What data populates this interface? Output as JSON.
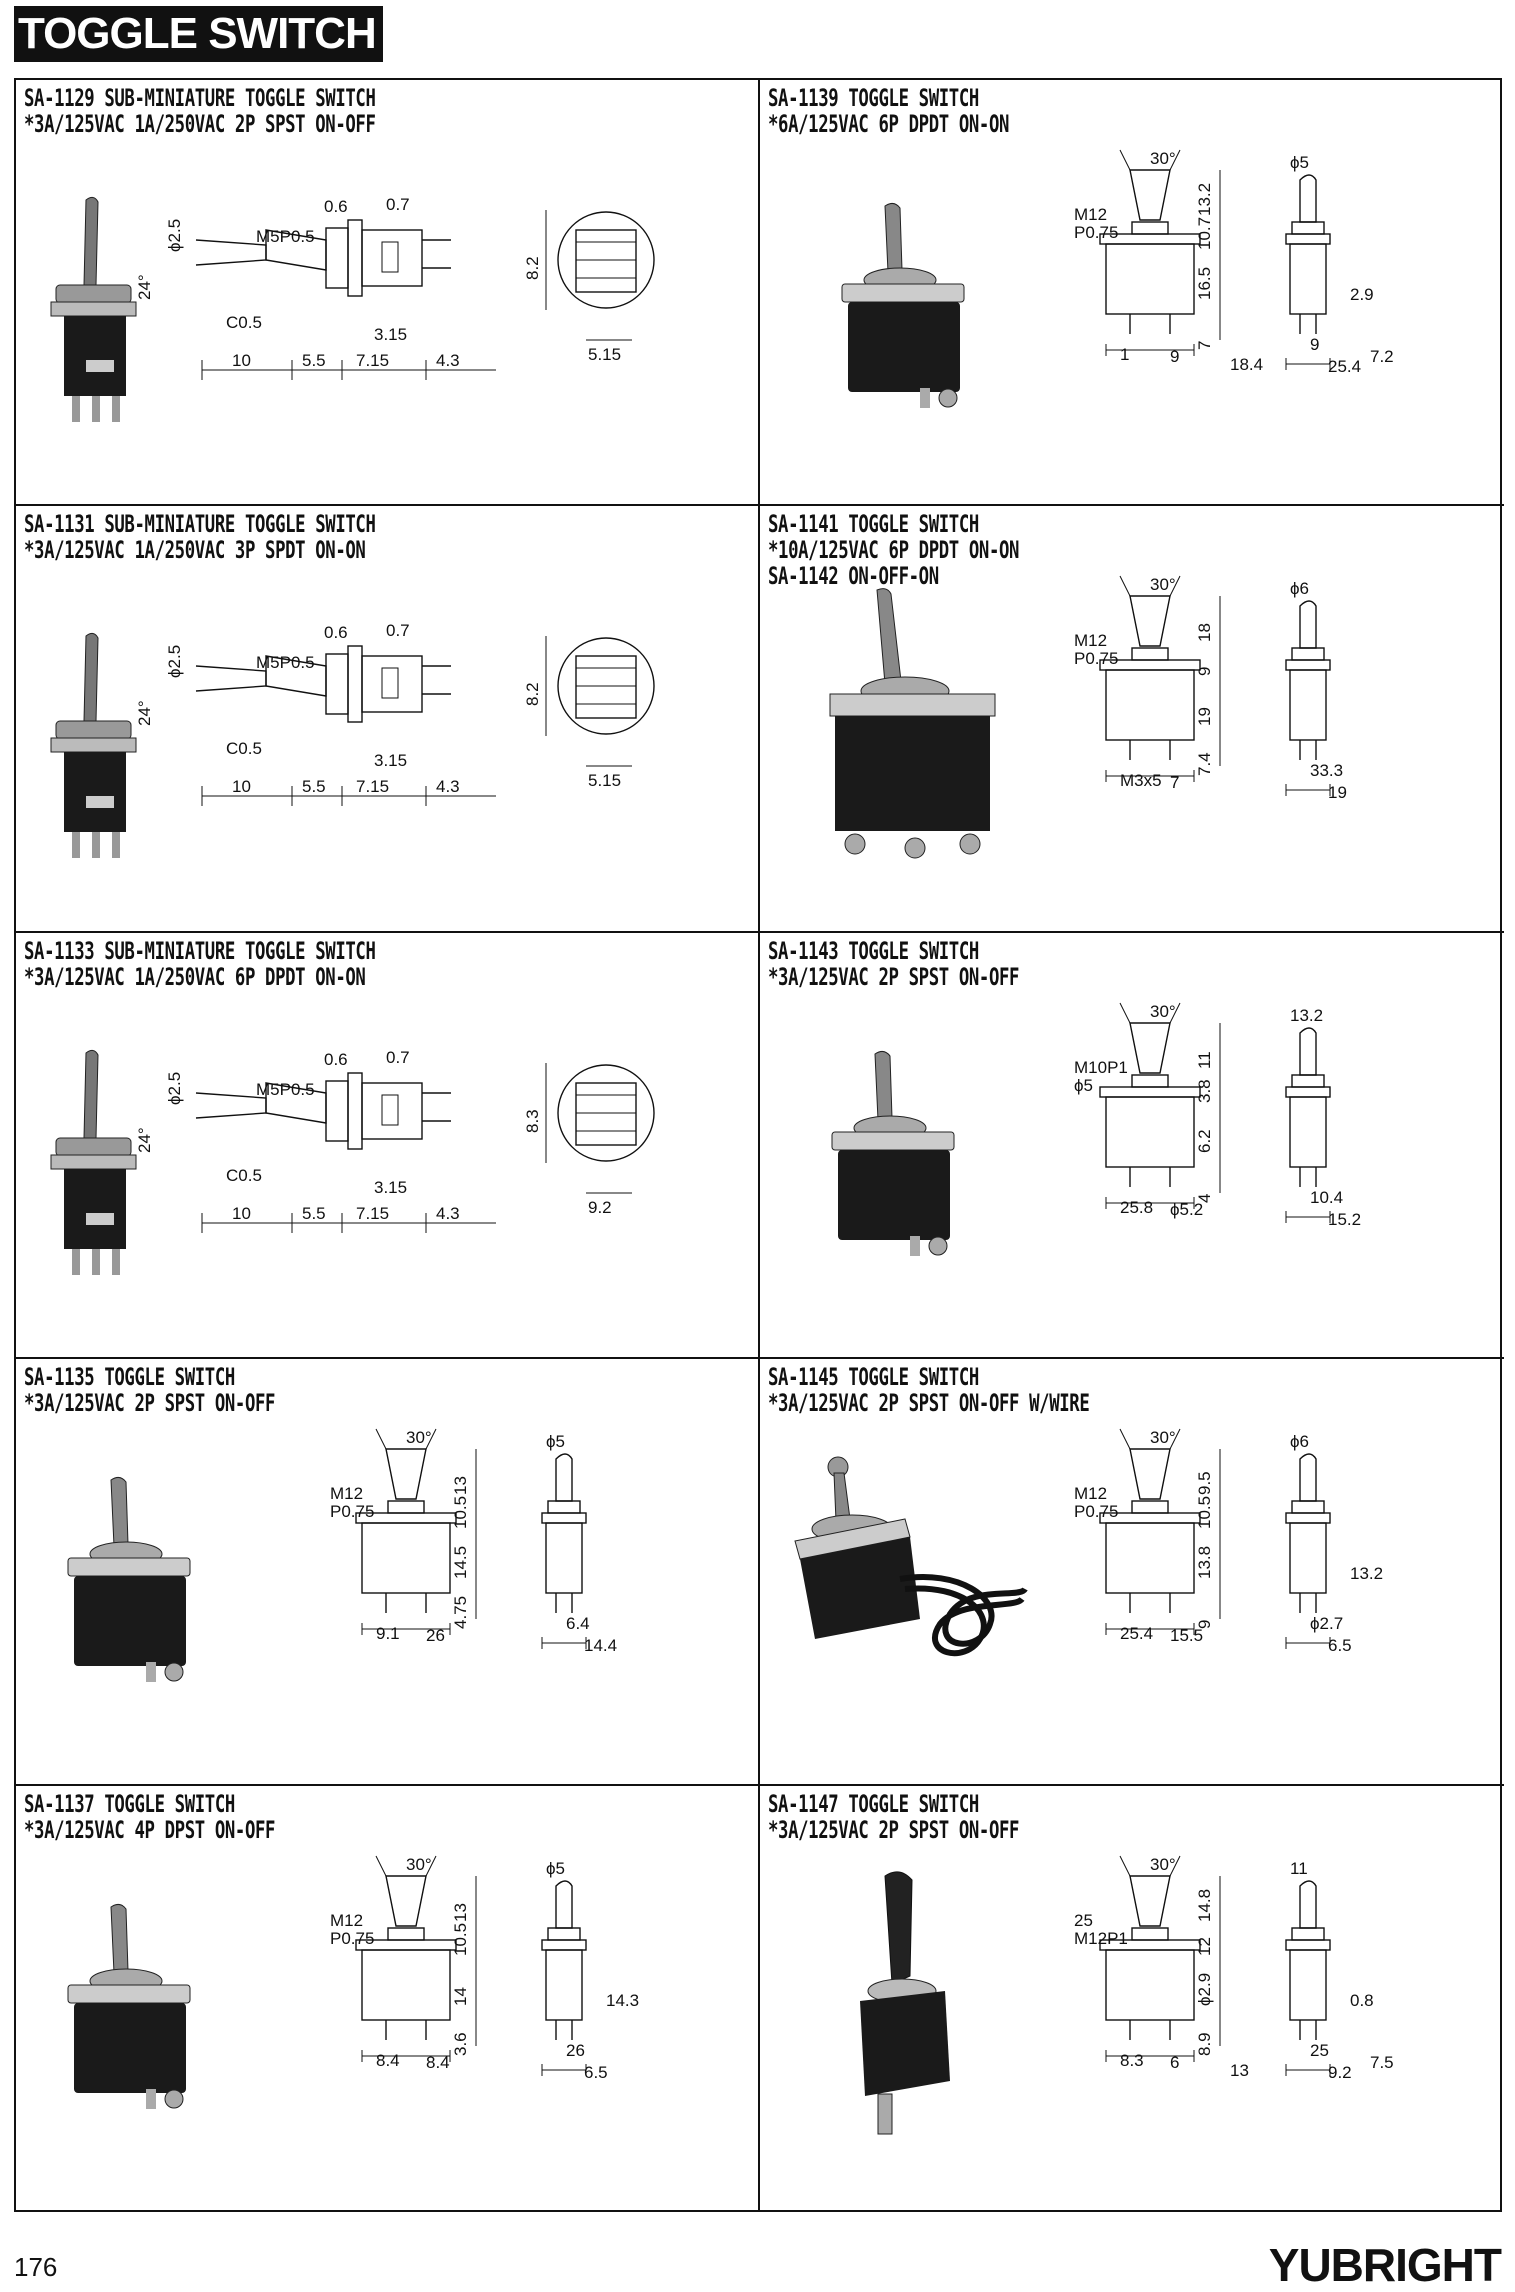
{
  "section_title": "TOGGLE SWITCH",
  "products": [
    {
      "model": "SA-1129",
      "line1": "SA-1129  SUB-MINIATURE TOGGLE SWITCH",
      "line2": "*3A/125VAC 1A/250VAC 2P SPST ON-OFF",
      "line3": "",
      "dims": [
        "M5P0.5",
        "ϕ2.5",
        "0.6",
        "0.7",
        "24°",
        "C0.5",
        "8.2",
        "3.15",
        "10",
        "5.5",
        "7.15",
        "4.3",
        "5.15"
      ]
    },
    {
      "model": "SA-1139",
      "line1": "SA-1139  TOGGLE SWITCH",
      "line2": "*6A/125VAC 6P DPDT ON-ON",
      "line3": "",
      "dims": [
        "30°",
        "M12",
        "P0.75",
        "ϕ5",
        "13.2",
        "10.7",
        "16.5",
        "7",
        "1",
        "9",
        "9",
        "25.4",
        "2.9",
        "7.2",
        "18.4"
      ]
    },
    {
      "model": "SA-1131",
      "line1": "SA-1131  SUB-MINIATURE TOGGLE SWITCH",
      "line2": "*3A/125VAC 1A/250VAC 3P SPDT ON-ON",
      "line3": "",
      "dims": [
        "M5P0.5",
        "ϕ2.5",
        "0.6",
        "0.7",
        "24°",
        "C0.5",
        "8.2",
        "3.15",
        "10",
        "5.5",
        "7.15",
        "4.3",
        "5.15"
      ]
    },
    {
      "model": "SA-1141",
      "line1": "SA-1141  TOGGLE SWITCH",
      "line2": "*10A/125VAC 6P DPDT ON-ON",
      "line3": "SA-1142  ON-OFF-ON",
      "dims": [
        "30°",
        "M12",
        "P0.75",
        "ϕ6",
        "18",
        "9",
        "19",
        "7.4",
        "M3x5",
        "7",
        "33.3",
        "19"
      ]
    },
    {
      "model": "SA-1133",
      "line1": "SA-1133  SUB-MINIATURE TOGGLE SWITCH",
      "line2": "*3A/125VAC 1A/250VAC 6P DPDT ON-ON",
      "line3": "",
      "dims": [
        "M5P0.5",
        "ϕ2.5",
        "0.6",
        "0.7",
        "24°",
        "C0.5",
        "8.3",
        "3.15",
        "10",
        "5.5",
        "7.15",
        "4.3",
        "9.2"
      ]
    },
    {
      "model": "SA-1143",
      "line1": "SA-1143  TOGGLE SWITCH",
      "line2": "*3A/125VAC 2P SPST ON-OFF",
      "line3": "",
      "dims": [
        "30°",
        "M10P1",
        "ϕ5",
        "13.2",
        "11",
        "3.8",
        "6.2",
        "4",
        "25.8",
        "ϕ5.2",
        "10.4",
        "15.2"
      ]
    },
    {
      "model": "SA-1135",
      "line1": "SA-1135  TOGGLE SWITCH",
      "line2": "*3A/125VAC 2P SPST ON-OFF",
      "line3": "",
      "dims": [
        "30°",
        "M12",
        "P0.75",
        "ϕ5",
        "13",
        "10.5",
        "14.5",
        "4.75",
        "9.1",
        "26",
        "6.4",
        "14.4"
      ]
    },
    {
      "model": "SA-1145",
      "line1": "SA-1145  TOGGLE SWITCH",
      "line2": "*3A/125VAC 2P SPST ON-OFF W/WIRE",
      "line3": "",
      "dims": [
        "30°",
        "M12",
        "P0.75",
        "ϕ6",
        "9.5",
        "10.5",
        "13.8",
        "9",
        "25.4",
        "15.5",
        "ϕ2.7",
        "6.5",
        "13.2"
      ]
    },
    {
      "model": "SA-1137",
      "line1": "SA-1137  TOGGLE SWITCH",
      "line2": "*3A/125VAC 4P DPST ON-OFF",
      "line3": "",
      "dims": [
        "30°",
        "M12",
        "P0.75",
        "ϕ5",
        "13",
        "10.5",
        "14",
        "3.6",
        "8.4",
        "8.4",
        "26",
        "6.5",
        "14.3"
      ]
    },
    {
      "model": "SA-1147",
      "line1": "SA-1147  TOGGLE SWITCH",
      "line2": "*3A/125VAC 2P SPST ON-OFF",
      "line3": "",
      "dims": [
        "30°",
        "25",
        "M12P1",
        "11",
        "14.8",
        "12",
        "ϕ2.9",
        "8.9",
        "8.3",
        "6",
        "25",
        "9.2",
        "0.8",
        "7.5",
        "13"
      ]
    }
  ],
  "footer": {
    "page_number": "176",
    "brand": "YUBRIGHT"
  }
}
